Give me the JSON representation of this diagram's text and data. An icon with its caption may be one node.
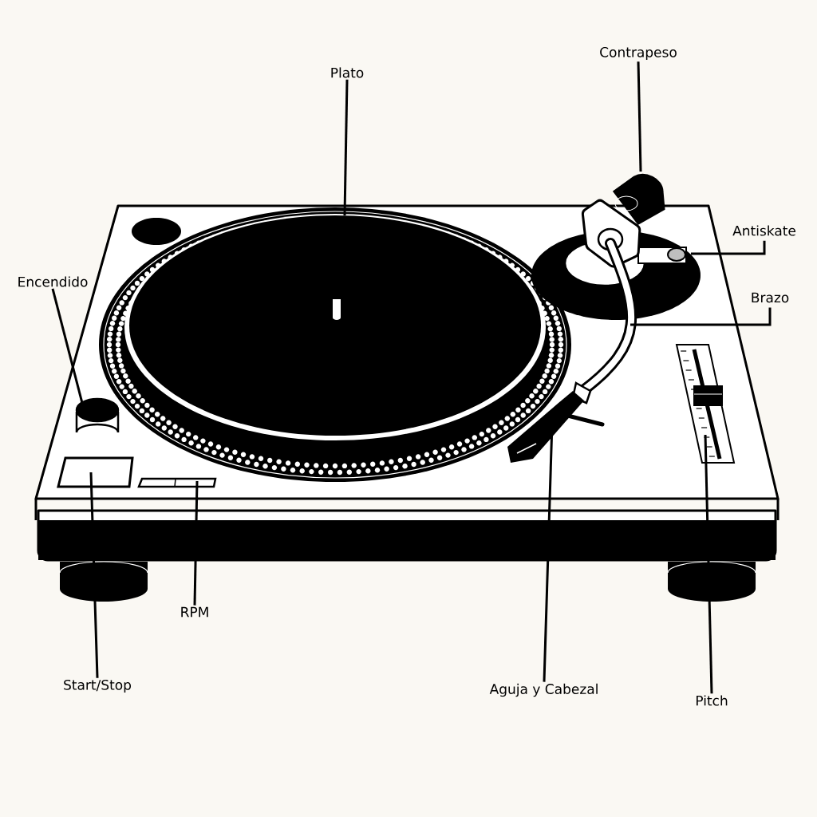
{
  "diagram": {
    "nodes": [
      {
        "text": [
          "Plato"
        ]
      },
      {
        "text": [
          "Contrapeso"
        ]
      },
      {
        "text": [
          "Antiskate"
        ]
      },
      {
        "text": [
          "Brazo"
        ]
      },
      {
        "text": [
          "Encendido"
        ]
      },
      {
        "text": [
          "Start/Stop"
        ]
      },
      {
        "text": [
          "RPM"
        ]
      },
      {
        "text": [
          "Aguja y Cabezal"
        ]
      },
      {
        "text": [
          "Pitch"
        ]
      }
    ],
    "edges": [
      {
        "from": 0,
        "to": null,
        "arrow": "none"
      },
      {
        "from": 1,
        "to": null,
        "arrow": "none"
      },
      {
        "from": 2,
        "to": null,
        "arrow": "none"
      },
      {
        "from": 3,
        "to": null,
        "arrow": "none"
      },
      {
        "from": 4,
        "to": null,
        "arrow": "none"
      },
      {
        "from": 5,
        "to": null,
        "arrow": "none"
      },
      {
        "from": 6,
        "to": null,
        "arrow": "none"
      },
      {
        "from": 7,
        "to": null,
        "arrow": "none"
      },
      {
        "from": 8,
        "to": null,
        "arrow": "none"
      }
    ]
  }
}
